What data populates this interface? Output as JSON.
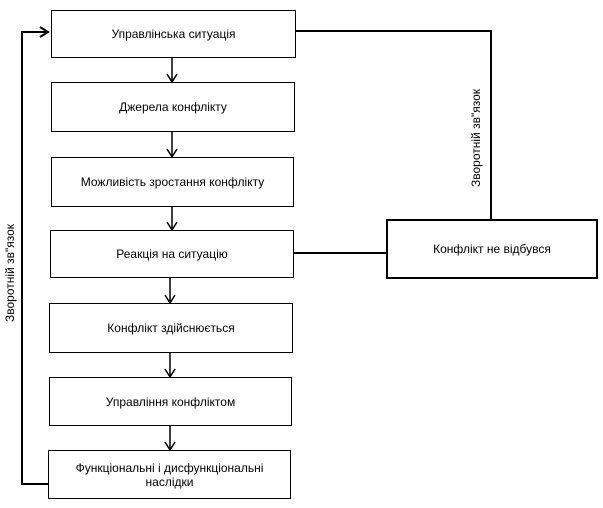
{
  "boxes": {
    "management_situation": "Управлінська ситуація",
    "conflict_sources": "Джерела конфлікту",
    "conflict_growth": "Можливість зростання конфлікту",
    "situation_reaction": "Реакція на ситуацію",
    "conflict_occurs": "Конфлікт здійснюється",
    "conflict_management": "Управління  конфліктом",
    "consequences_line1": "Функціональні і дисфункціональні",
    "consequences_line2": "наслідки",
    "no_conflict": "Конфлікт не відбувся"
  },
  "labels": {
    "feedback_left": "Зворотній зв\"язок",
    "feedback_right": "Зворотній зв\"язок"
  }
}
